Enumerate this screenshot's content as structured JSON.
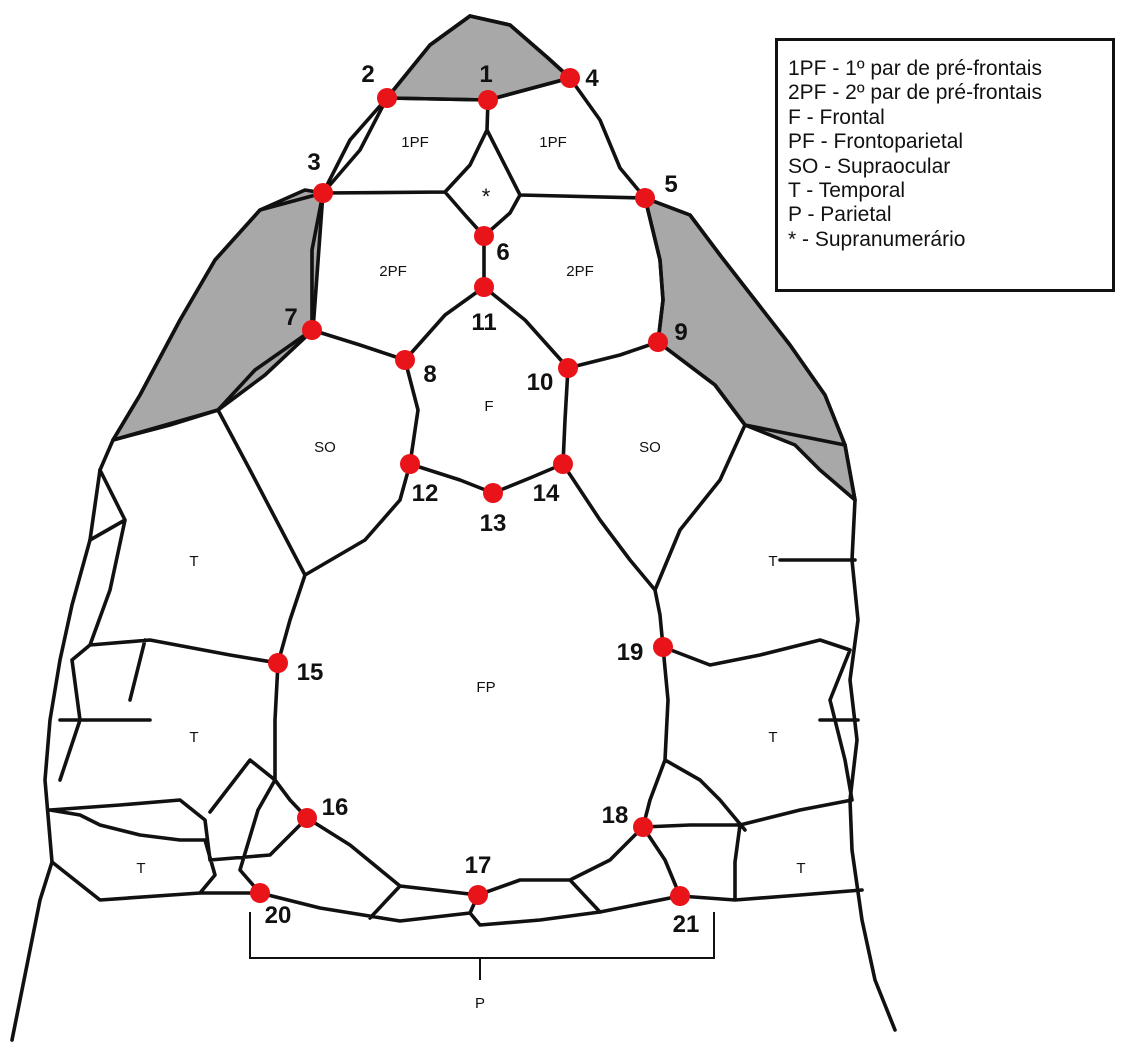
{
  "colors": {
    "landmark": "#e8141a",
    "shaded_scute": "#a8a8a8",
    "line": "#111111"
  },
  "region_labels": {
    "pf1_left": "1PF",
    "pf1_right": "1PF",
    "supranumerary": "*",
    "pf2_left": "2PF",
    "pf2_right": "2PF",
    "frontal": "F",
    "so_left": "SO",
    "so_right": "SO",
    "t_left_1": "T",
    "t_left_2": "T",
    "t_left_3": "T",
    "t_right_1": "T",
    "t_right_2": "T",
    "t_right_3": "T",
    "frontoparietal": "FP",
    "parietal": "P"
  },
  "landmarks": [
    "1",
    "2",
    "3",
    "4",
    "5",
    "6",
    "7",
    "8",
    "9",
    "10",
    "11",
    "12",
    "13",
    "14",
    "15",
    "16",
    "17",
    "18",
    "19",
    "20",
    "21"
  ],
  "legend": {
    "items": [
      "1PF - 1º par de pré-frontais",
      "2PF - 2º par de pré-frontais",
      "F - Frontal",
      "PF - Frontoparietal",
      "SO - Supraocular",
      "T - Temporal",
      "P - Parietal",
      "* - Supranumerário"
    ]
  }
}
